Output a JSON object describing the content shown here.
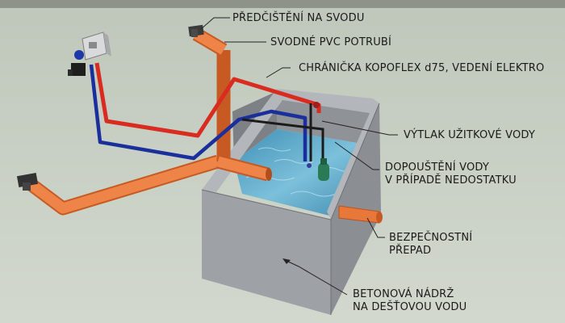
{
  "labels": {
    "predcisteni": "PŘEDČIŠTĚNÍ NA SVODU",
    "svodne_potrubi": "SVODNÉ PVC POTRUBÍ",
    "chranicka": "CHRÁNIČKA KOPOFLEX d75, VEDENÍ ELEKTRO",
    "vytlak": "VÝTLAK UŽITKOVÉ VODY",
    "dopousteni": "DOPOUŠTĚNÍ VODY\nV PŘÍPADĚ NEDOSTATKU",
    "prepad": "BEZPEČNOSTNÍ\nPŘEPAD",
    "nadrz": "BETONOVÁ NÁDRŽ\nNA DEŠŤOVOU VODU"
  },
  "colors": {
    "background": "#c9d0c4",
    "pipe_orange": "#e8773a",
    "conduit_red": "#d92b1f",
    "line_blue": "#1b2f9c",
    "concrete": "#9a9ca2",
    "water": "#5fa3c4",
    "leader_lines": "#222222"
  },
  "icons": [
    "filter-head-icon",
    "control-box-icon",
    "pump-icon"
  ]
}
